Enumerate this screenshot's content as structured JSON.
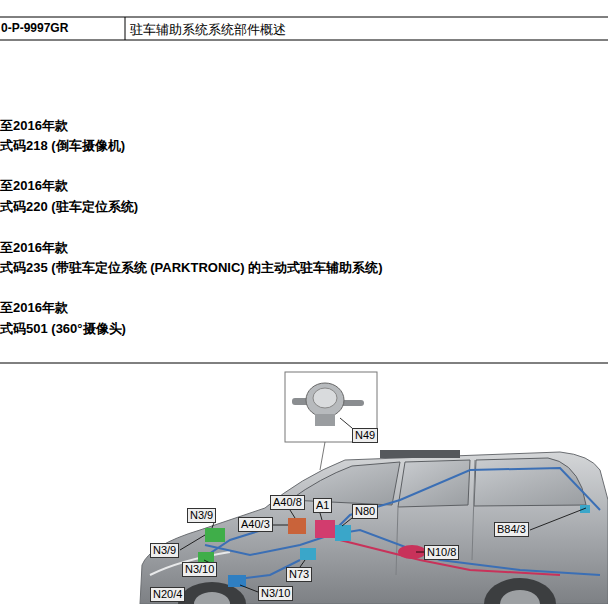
{
  "diagram": {
    "title": "驻车辅助系统系统部件概述",
    "labels": [
      "0-P-9997GR",
      "至2016年款",
      "式码218 (倒车摄像机)",
      "至2016年款",
      "式码220 (驻车定位系统)",
      "至2016年款",
      "式码235 (带驻车定位系统 (PARKTRONIC) 的主动式驻车辅助系统)",
      "至2016年款",
      "式码501 (360°摄像头)",
      "N49",
      "A40/8",
      "A1",
      "N3/9",
      "A40/3",
      "N80",
      "B84/3",
      "N10/8",
      "N3/9",
      "N3/10",
      "N73",
      "N3/10",
      "N20/4"
    ]
  }
}
